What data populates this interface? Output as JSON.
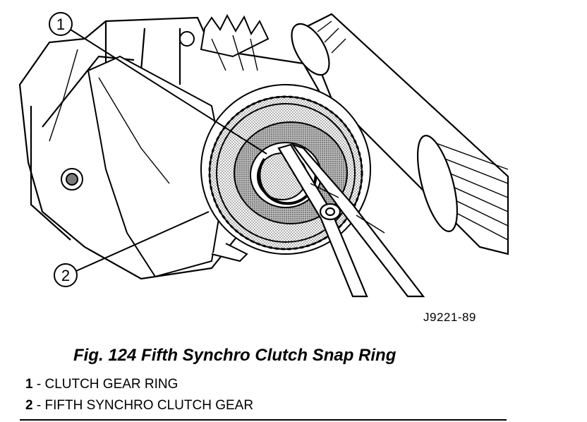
{
  "figure": {
    "code": "J9221-89",
    "caption": "Fig. 124 Fifth Synchro Clutch Snap Ring"
  },
  "callouts": [
    {
      "number": "1"
    },
    {
      "number": "2"
    }
  ],
  "legend": [
    {
      "number": "1",
      "separator": " - ",
      "text": "CLUTCH GEAR RING"
    },
    {
      "number": "2",
      "separator": " - ",
      "text": "FIFTH SYNCHRO CLUTCH GEAR"
    }
  ],
  "colors": {
    "ink": "#000000",
    "paper": "#ffffff",
    "gear_fill": "#c8c8c8"
  }
}
